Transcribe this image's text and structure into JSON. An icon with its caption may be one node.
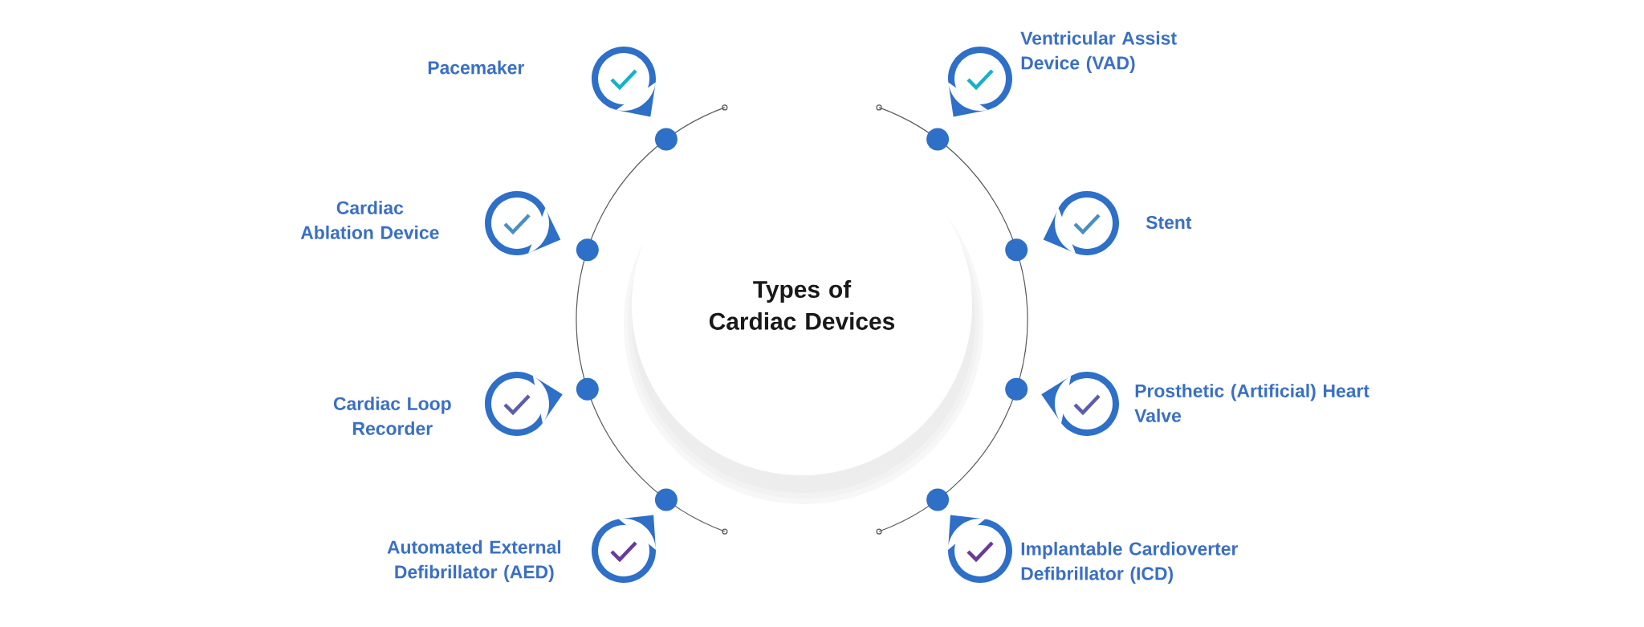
{
  "diagram": {
    "nodes": [
      {
        "text": [
          "Types of Cardiac Devices"
        ]
      }
    ],
    "labels": [
      "Pacemaker",
      "Ventricular Assist Device (VAD)",
      "Cardiac Ablation Device",
      "Stent",
      "Cardiac Loop Recorder",
      "Prosthetic (Artificial) Heart Valve",
      "Automated External Defibrillator (AED)",
      "Implantable Cardioverter Defibrillator (ICD)"
    ]
  }
}
